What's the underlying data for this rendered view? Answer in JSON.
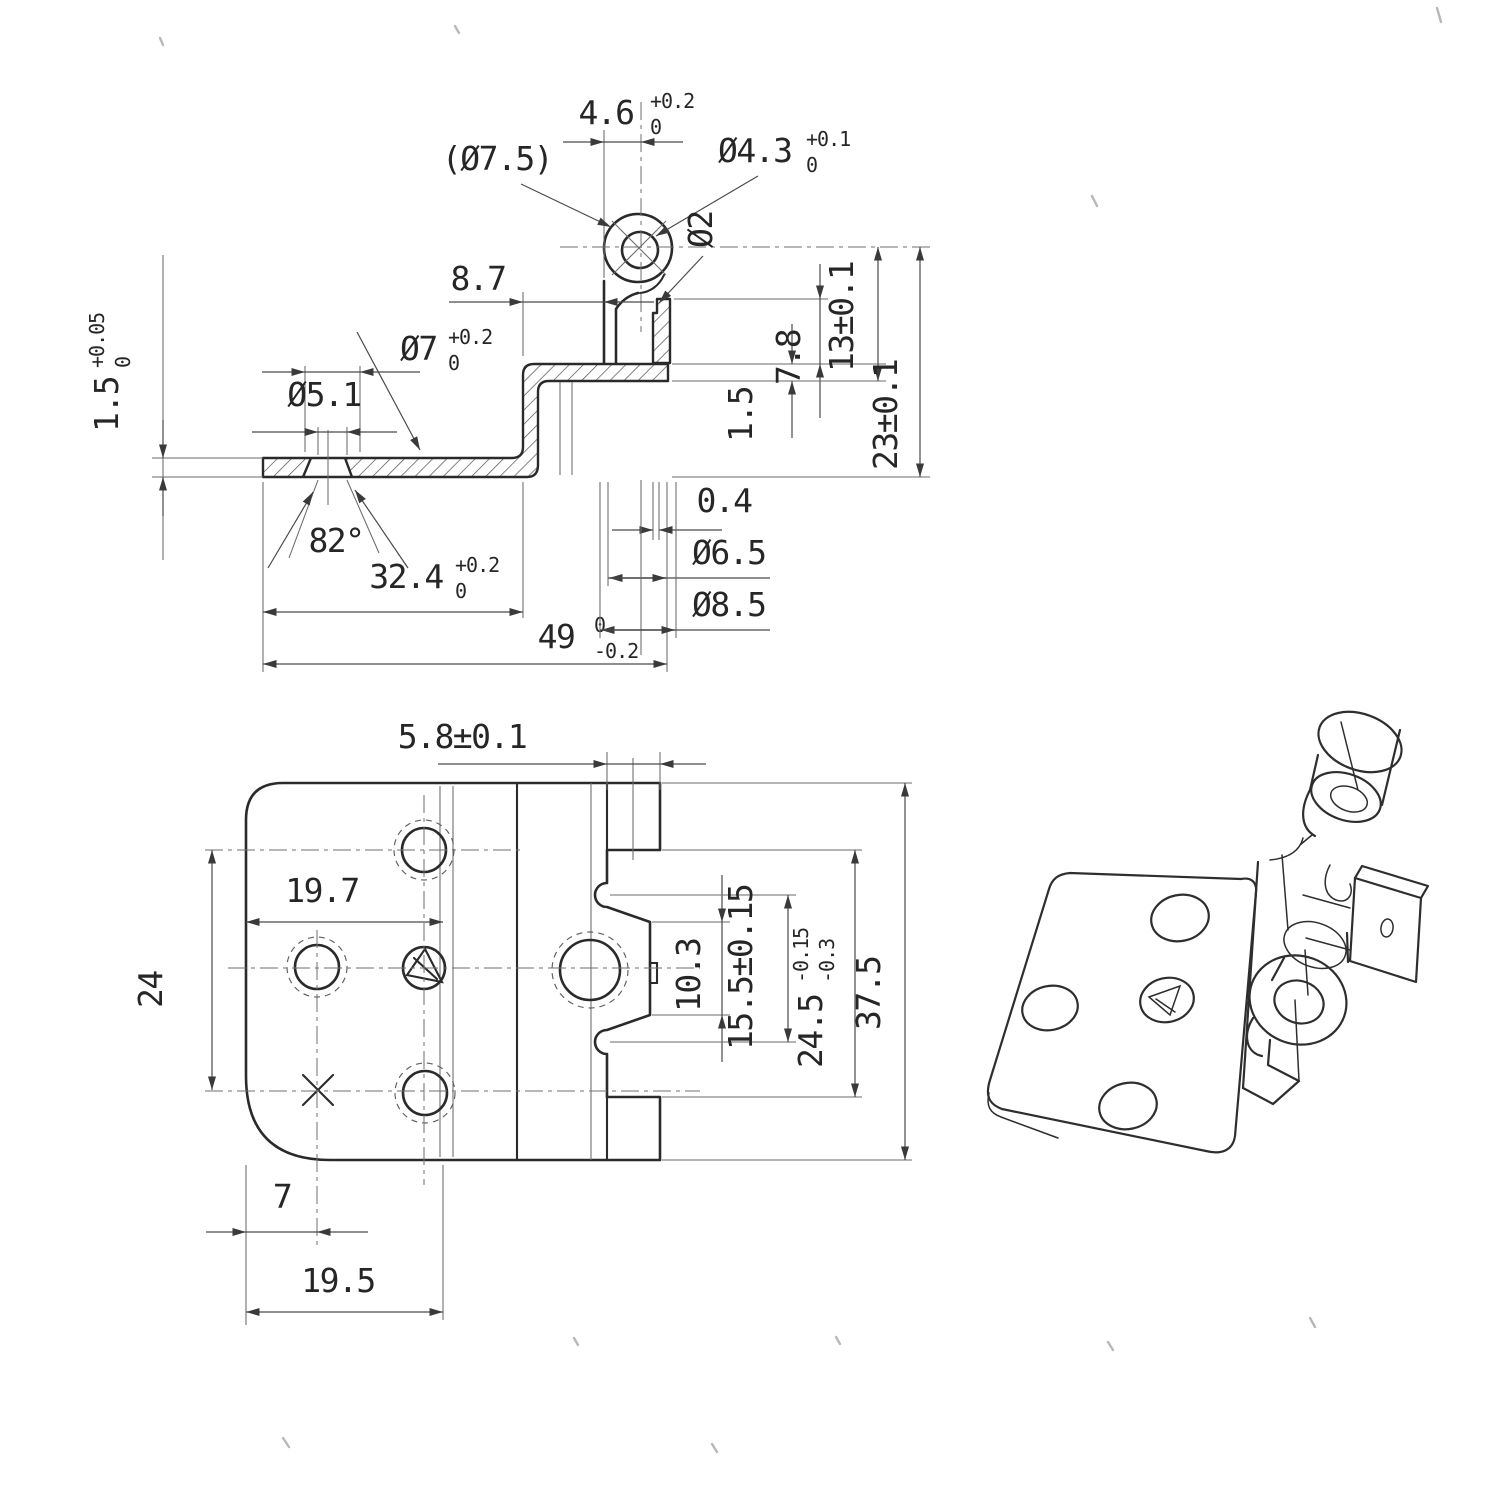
{
  "colors": {
    "paper": "#ffffff",
    "line": "#2a2a2a",
    "dim_line": "#4a4a4a",
    "text": "#262626"
  },
  "section": {
    "d46": {
      "label": "4.6",
      "tol_up": "+0.2",
      "tol_dn": "0"
    },
    "d75": {
      "label": "(Ø7.5)"
    },
    "d43": {
      "label": "Ø4.3",
      "tol_up": "+0.1",
      "tol_dn": "0"
    },
    "d2": {
      "label": "Ø2"
    },
    "d87": {
      "label": "8.7"
    },
    "d7": {
      "label": "Ø7",
      "tol_up": "+0.2",
      "tol_dn": "0"
    },
    "d51": {
      "label": "Ø5.1"
    },
    "d15l": {
      "label": "1.5",
      "tol_up": "+0.05",
      "tol_dn": "0"
    },
    "d82": {
      "label": "82°"
    },
    "d324": {
      "label": "32.4",
      "tol_up": "+0.2",
      "tol_dn": "0"
    },
    "d49": {
      "label": "49",
      "tol_up": "0",
      "tol_dn": "-0.2"
    },
    "d04": {
      "label": "0.4"
    },
    "d65": {
      "label": "Ø6.5"
    },
    "d85": {
      "label": "Ø8.5"
    },
    "d15r": {
      "label": "1.5"
    },
    "d78": {
      "label": "7.8"
    },
    "d13": {
      "label": "13±0.1"
    },
    "d23": {
      "label": "23±0.1"
    }
  },
  "plan": {
    "d58": {
      "label": "5.8±0.1"
    },
    "d197": {
      "label": "19.7"
    },
    "d24": {
      "label": "24"
    },
    "d103": {
      "label": "10.3"
    },
    "d155": {
      "label": "15.5±0.15"
    },
    "d245": {
      "label": "24.5",
      "tol_up": "-0.15",
      "tol_dn": "-0.3"
    },
    "d375": {
      "label": "37.5"
    },
    "d7": {
      "label": "7"
    },
    "d195": {
      "label": "19.5"
    }
  }
}
